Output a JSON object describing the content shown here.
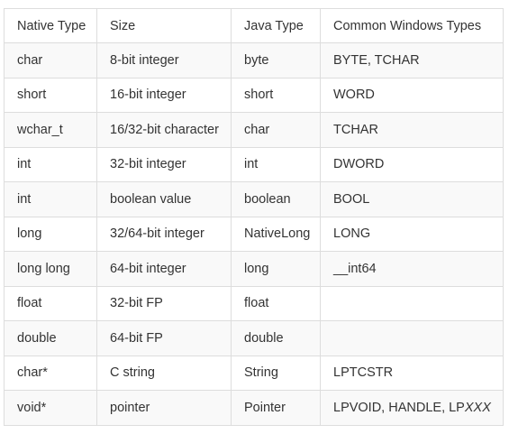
{
  "table": {
    "headers": [
      "Native Type",
      "Size",
      "Java Type",
      "Common Windows Types"
    ],
    "rows": [
      [
        "char",
        "8-bit integer",
        "byte",
        "BYTE, TCHAR"
      ],
      [
        "short",
        "16-bit integer",
        "short",
        "WORD"
      ],
      [
        "wchar_t",
        "16/32-bit character",
        "char",
        "TCHAR"
      ],
      [
        "int",
        "32-bit integer",
        "int",
        "DWORD"
      ],
      [
        "int",
        "boolean value",
        "boolean",
        "BOOL"
      ],
      [
        "long",
        "32/64-bit integer",
        "NativeLong",
        "LONG"
      ],
      [
        "long long",
        "64-bit integer",
        "long",
        "__int64"
      ],
      [
        "float",
        "32-bit FP",
        "float",
        ""
      ],
      [
        "double",
        "64-bit FP",
        "double",
        ""
      ],
      [
        "char*",
        "C string",
        "String",
        "LPTCSTR"
      ],
      [
        "void*",
        "pointer",
        "Pointer",
        "LPVOID, HANDLE, LPXXX"
      ]
    ],
    "last_cell": {
      "prefix": "LPVOID, HANDLE, LP",
      "italic_suffix": "XXX"
    }
  }
}
